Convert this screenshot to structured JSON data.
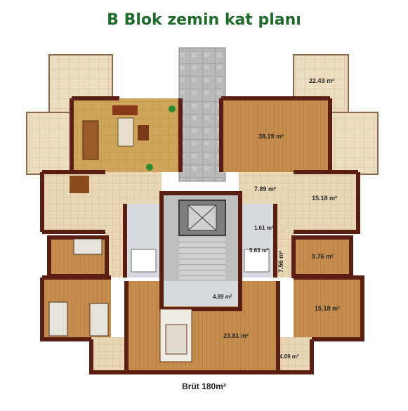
{
  "title": "B Blok zemin kat planı",
  "footer": {
    "label": "Brüt",
    "value": "180",
    "unit": "m²"
  },
  "rooms": [
    {
      "area": "22.43 m²"
    },
    {
      "area": "38.19 m²"
    },
    {
      "area": "7.89 m²"
    },
    {
      "area": "15.18 m²"
    },
    {
      "area": "1.61 m²"
    },
    {
      "area": "5.63 m²"
    },
    {
      "area": "7.56 m²"
    },
    {
      "area": "9.76 m²"
    },
    {
      "area": "15.18 m²"
    },
    {
      "area": "4.89 m²"
    },
    {
      "area": "23.81 m²"
    },
    {
      "area": "4.69 m²"
    }
  ],
  "colors": {
    "title": "#1f6b2c",
    "wall": "#5a1e12",
    "tile": "#e8d9bd",
    "living_floor": "#c9a25a",
    "wood_floor": "#c08a4a",
    "stair": "#b3b3b3",
    "bath": "#d5d8dc",
    "terrace": "#eadbc2"
  }
}
